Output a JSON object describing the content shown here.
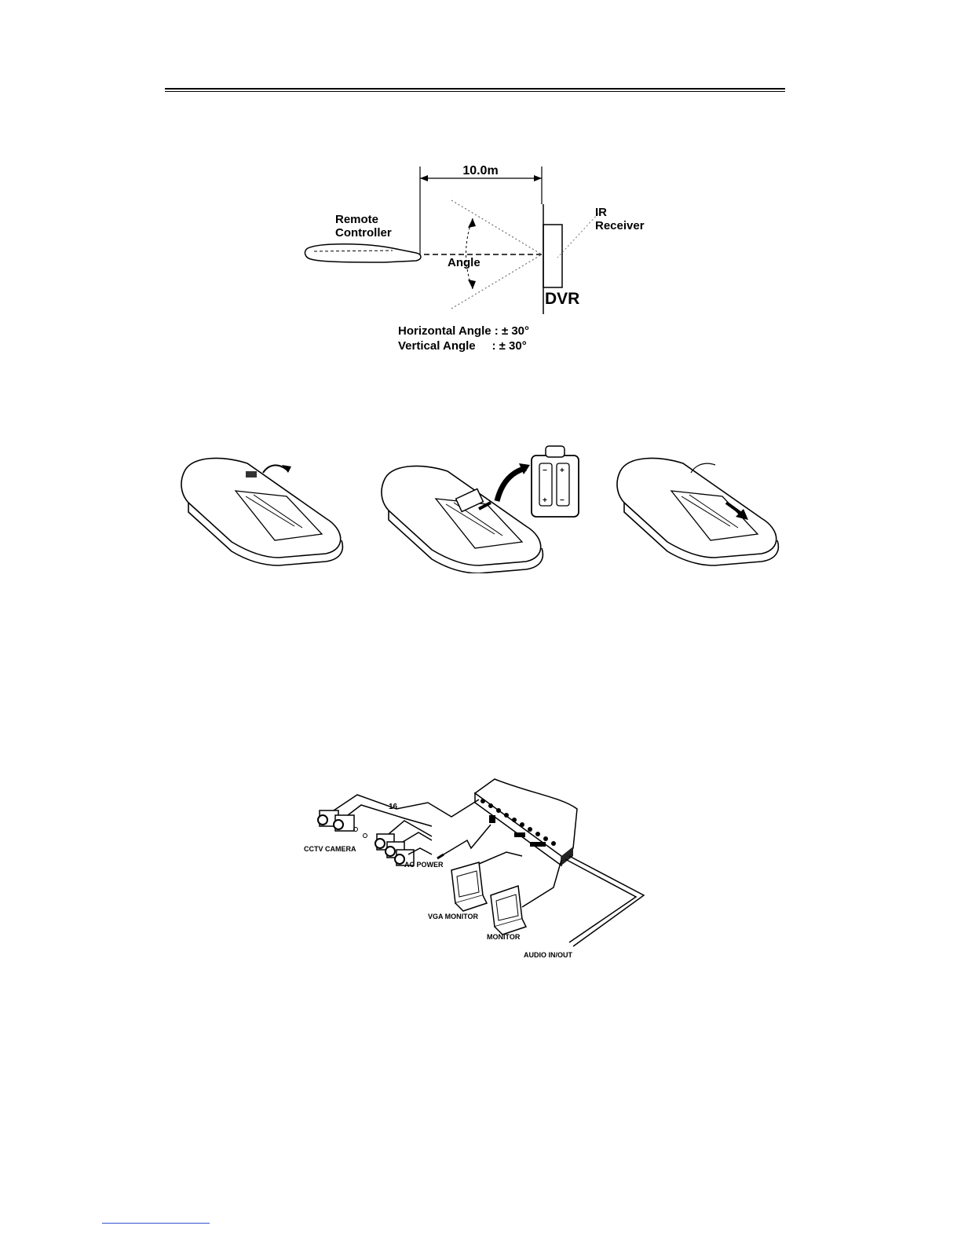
{
  "range_figure": {
    "distance": "10.0m",
    "remote_label_1": "Remote",
    "remote_label_2": "Controller",
    "ir_label_1": "IR",
    "ir_label_2": "Receiver",
    "angle_label": "Angle",
    "dvr_label": "DVR",
    "horizontal": "Horizontal Angle : ± 30°",
    "vertical": "Vertical Angle     : ± 30°"
  },
  "battery_figure": {
    "plus": "+",
    "minus": "−"
  },
  "connection_figure": {
    "channel_count": "16",
    "cctv_label": "CCTV CAMERA",
    "ac_label": "AC POWER",
    "vga_label": "VGA MONITOR",
    "monitor_label": "MONITOR",
    "audio_label": "AUDIO IN/OUT"
  }
}
